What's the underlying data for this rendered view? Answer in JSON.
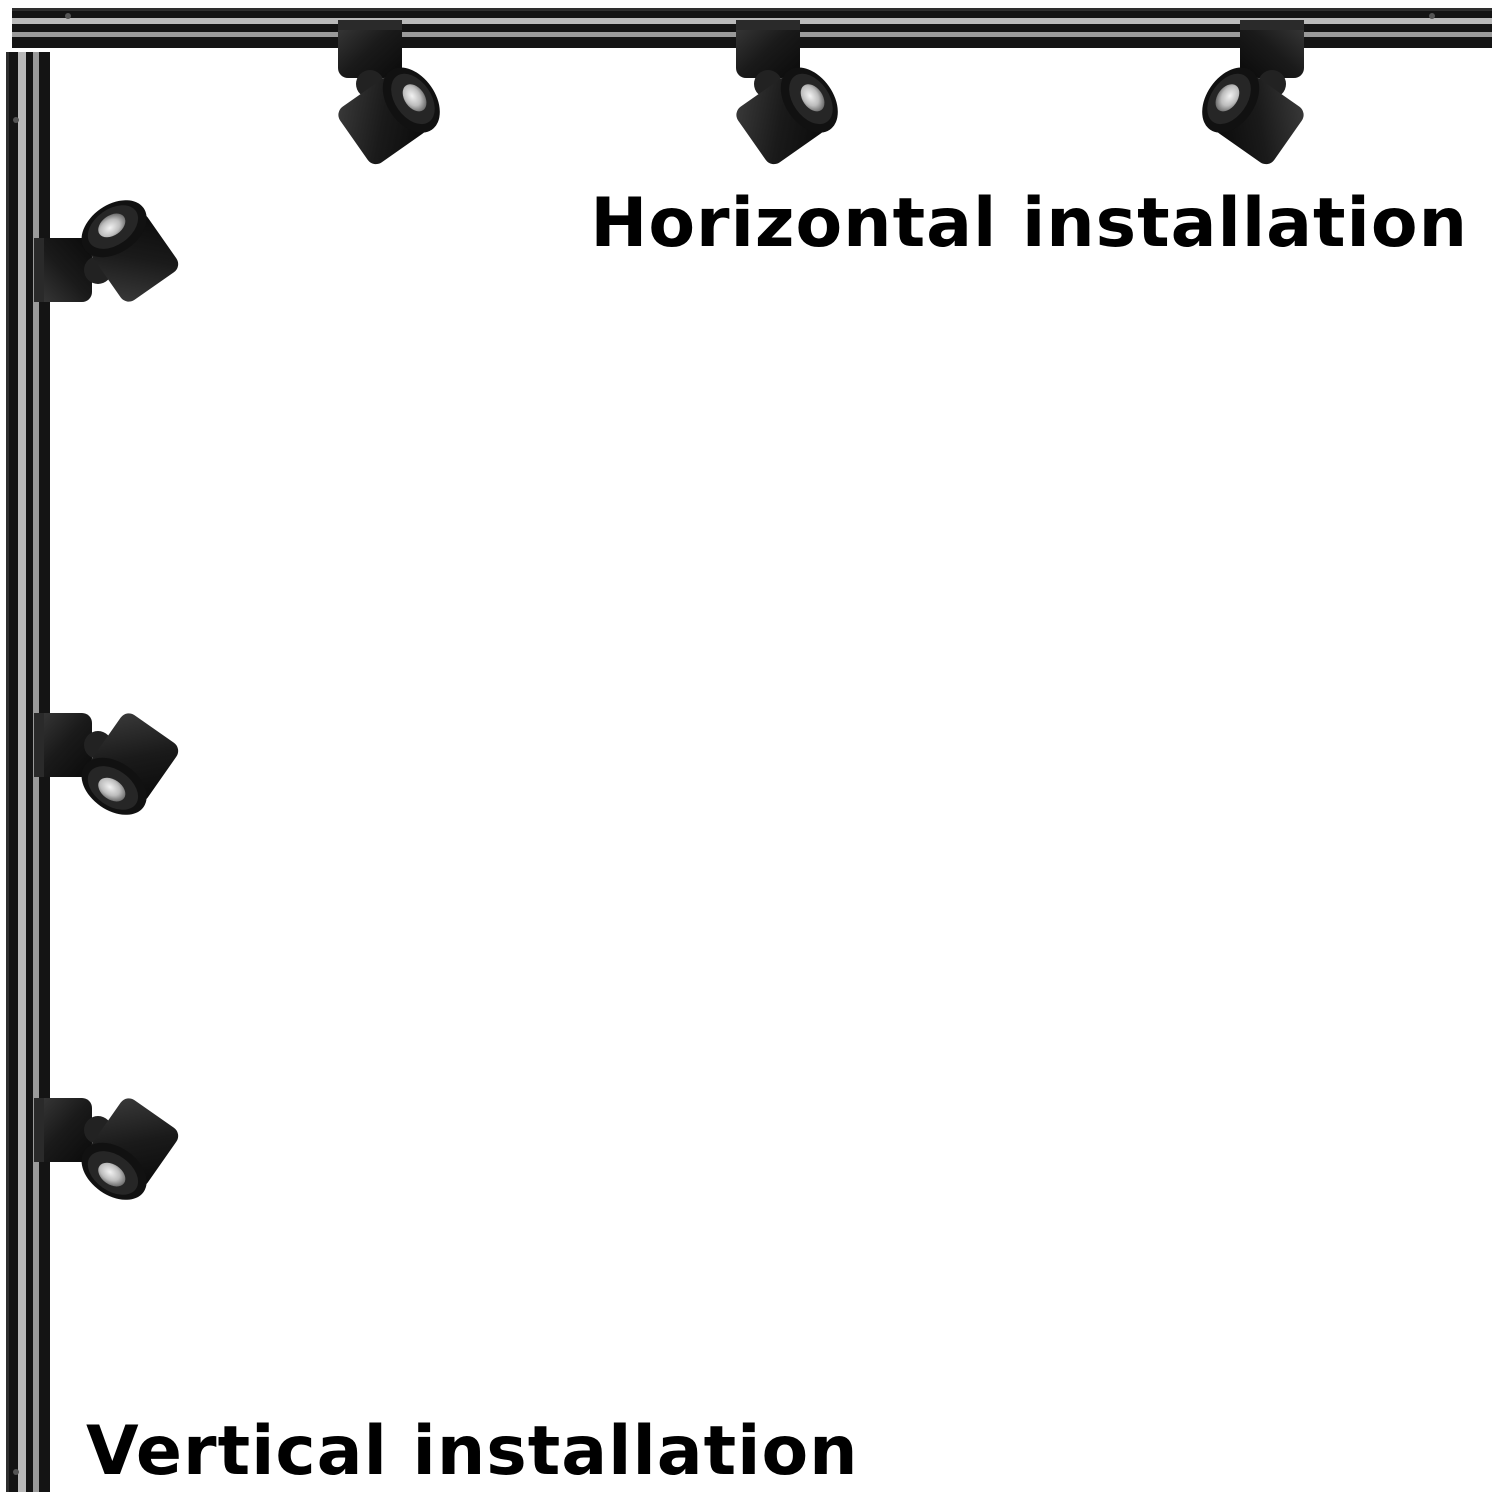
{
  "captions": {
    "horizontal": "Horizontal installation",
    "vertical": "Vertical installation"
  },
  "colors": {
    "background": "#ffffff",
    "rail_black": "#141414",
    "rail_silver": "#b9b9b9",
    "fixture_black": "#1a1a1a",
    "lens": "#cfcfcf",
    "text": "#000000"
  },
  "icons": [
    "track-rail",
    "spotlight-fixture"
  ],
  "horizontal_fixture_count": 3,
  "vertical_fixture_count": 3
}
